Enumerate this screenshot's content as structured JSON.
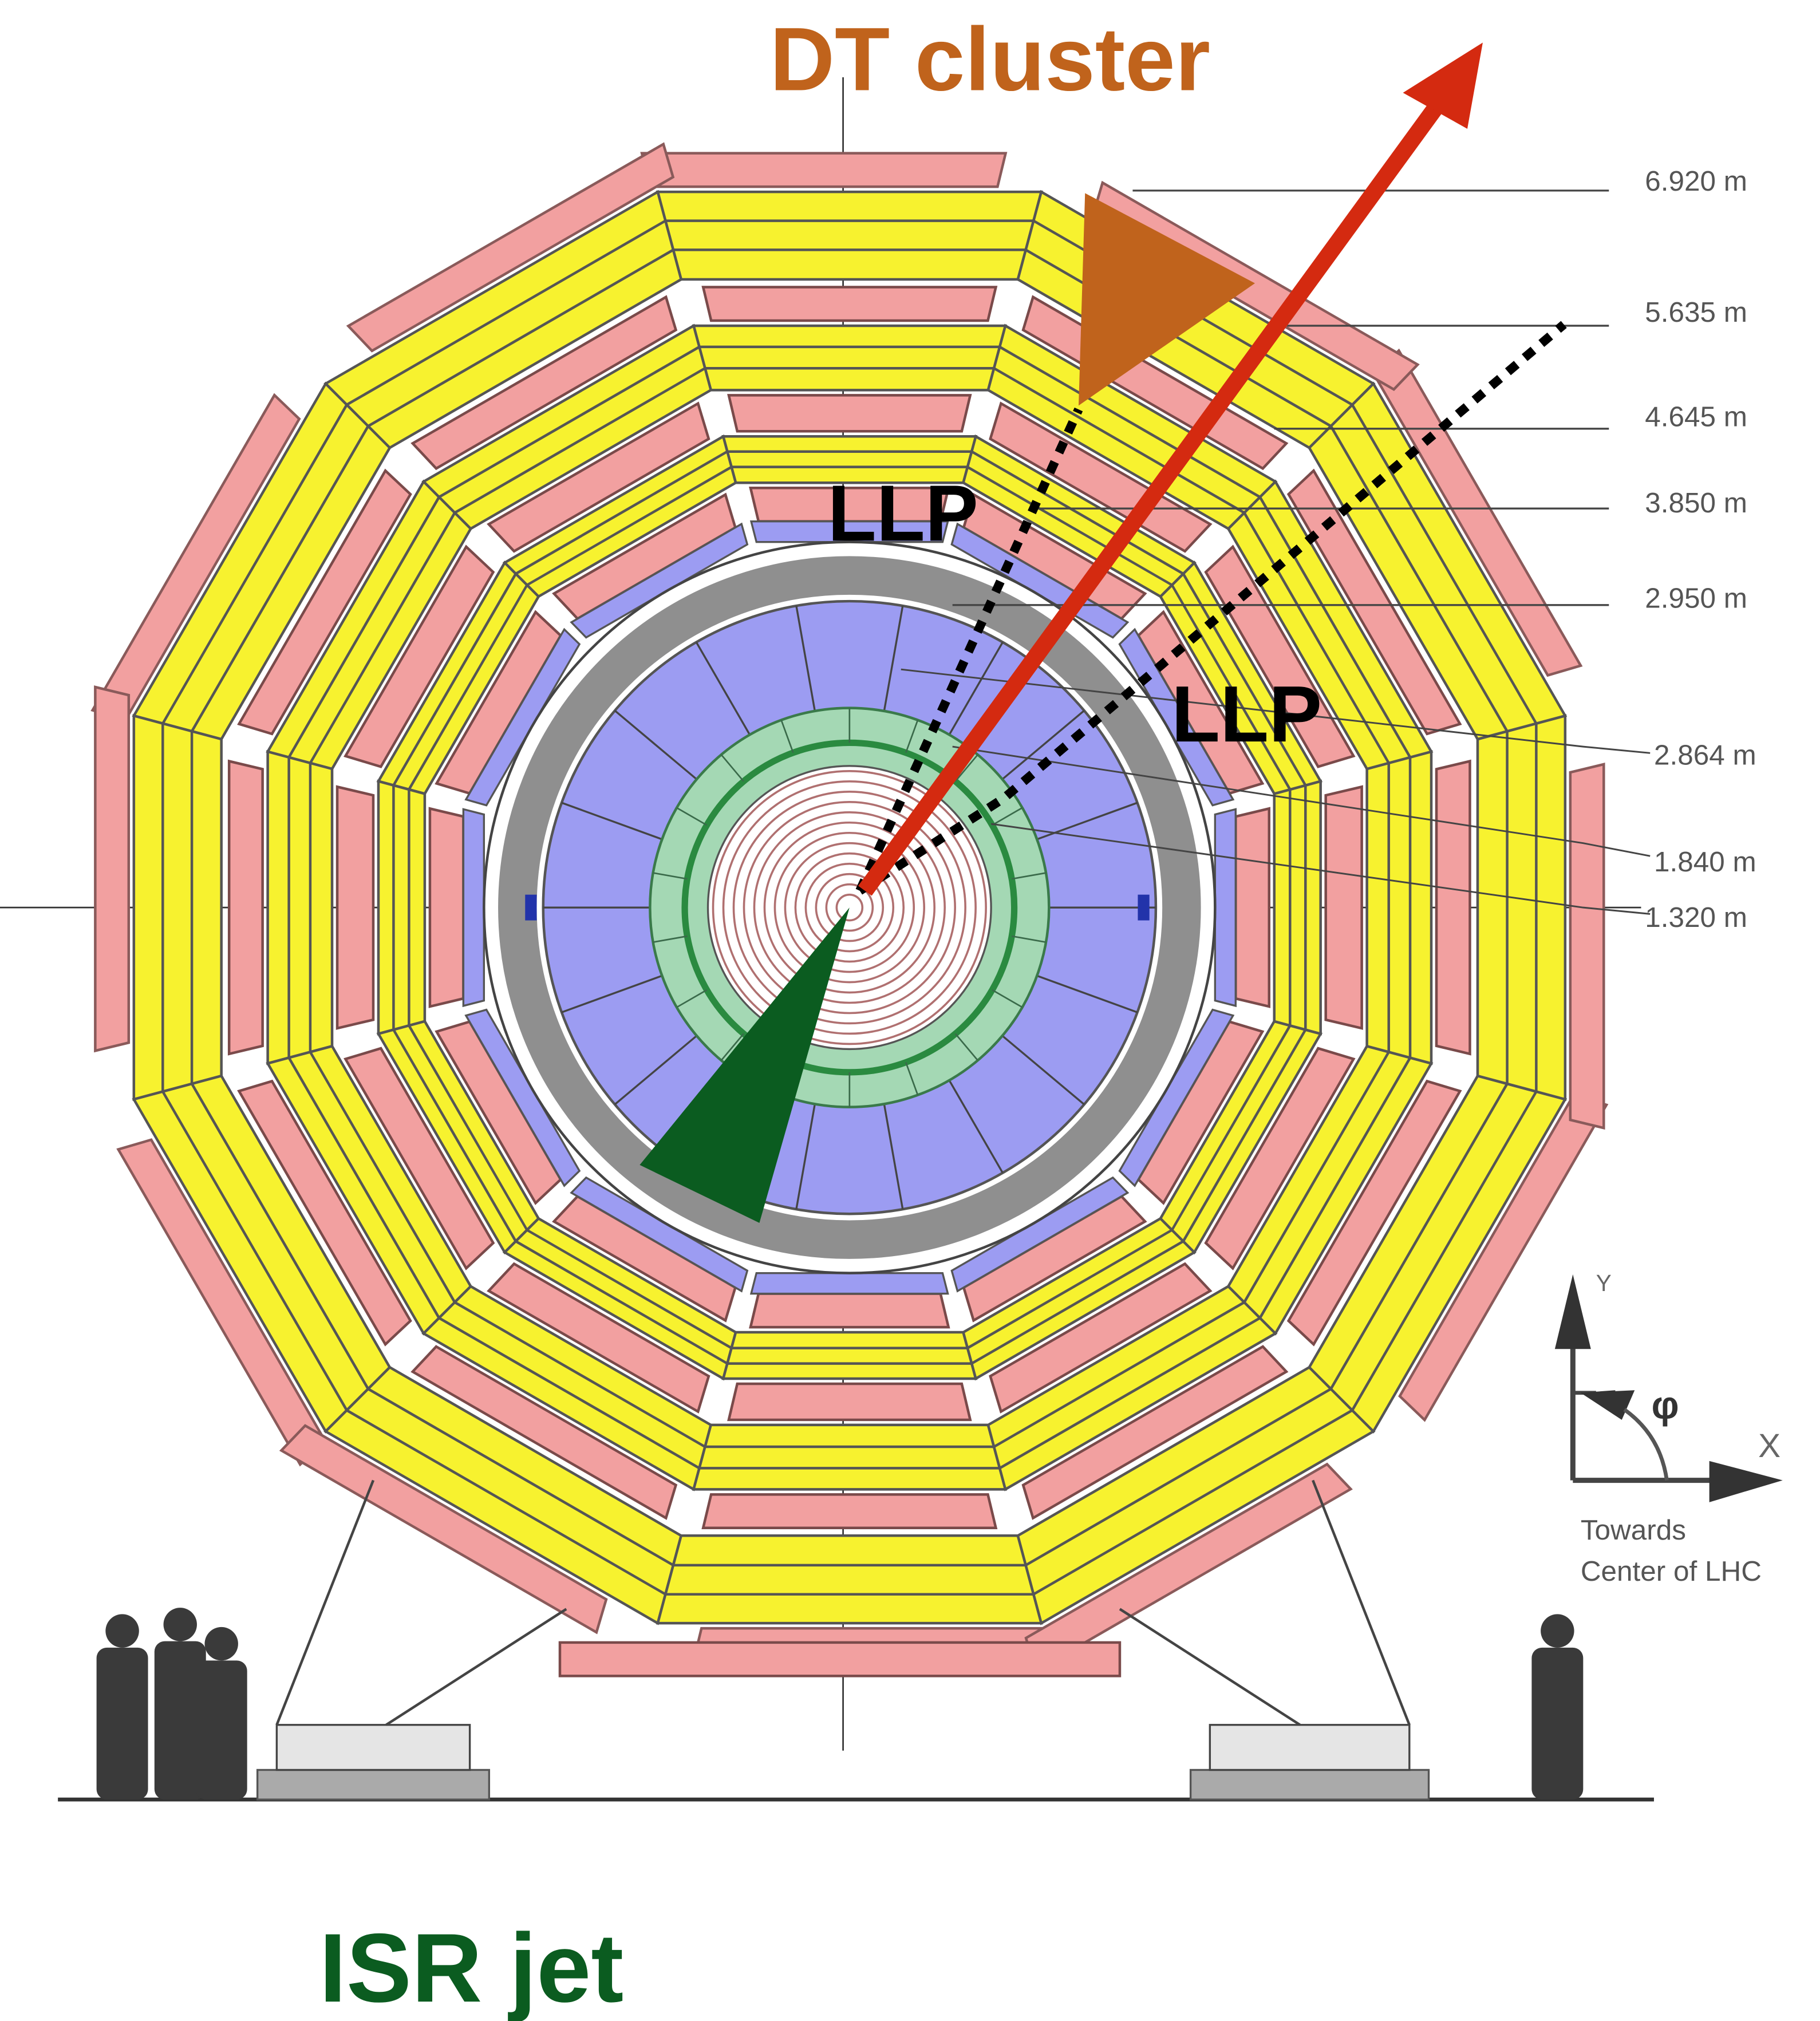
{
  "labels": {
    "dt_cluster": "DT cluster",
    "isr_jet": "ISR jet",
    "llp_1": "LLP",
    "llp_2": "LLP"
  },
  "radii": [
    "6.920 m",
    "5.635 m",
    "4.645 m",
    "3.850 m",
    "2.950 m",
    "2.864 m",
    "1.840 m",
    "1.320 m"
  ],
  "axes": {
    "y": "Y",
    "x": "X",
    "phi": "φ",
    "towards": "Towards",
    "center": "Center of LHC"
  },
  "colors": {
    "dt_cluster": "#c0631c",
    "isr_jet": "#0b5c20",
    "particle_arrow": "#d42a10",
    "yoke": "#f7f22f",
    "muon_chamber": "#f2a0a0",
    "hcal": "#9c9cf2",
    "ecal": "#a4d8b4",
    "solenoid": "#8f8f8f"
  }
}
